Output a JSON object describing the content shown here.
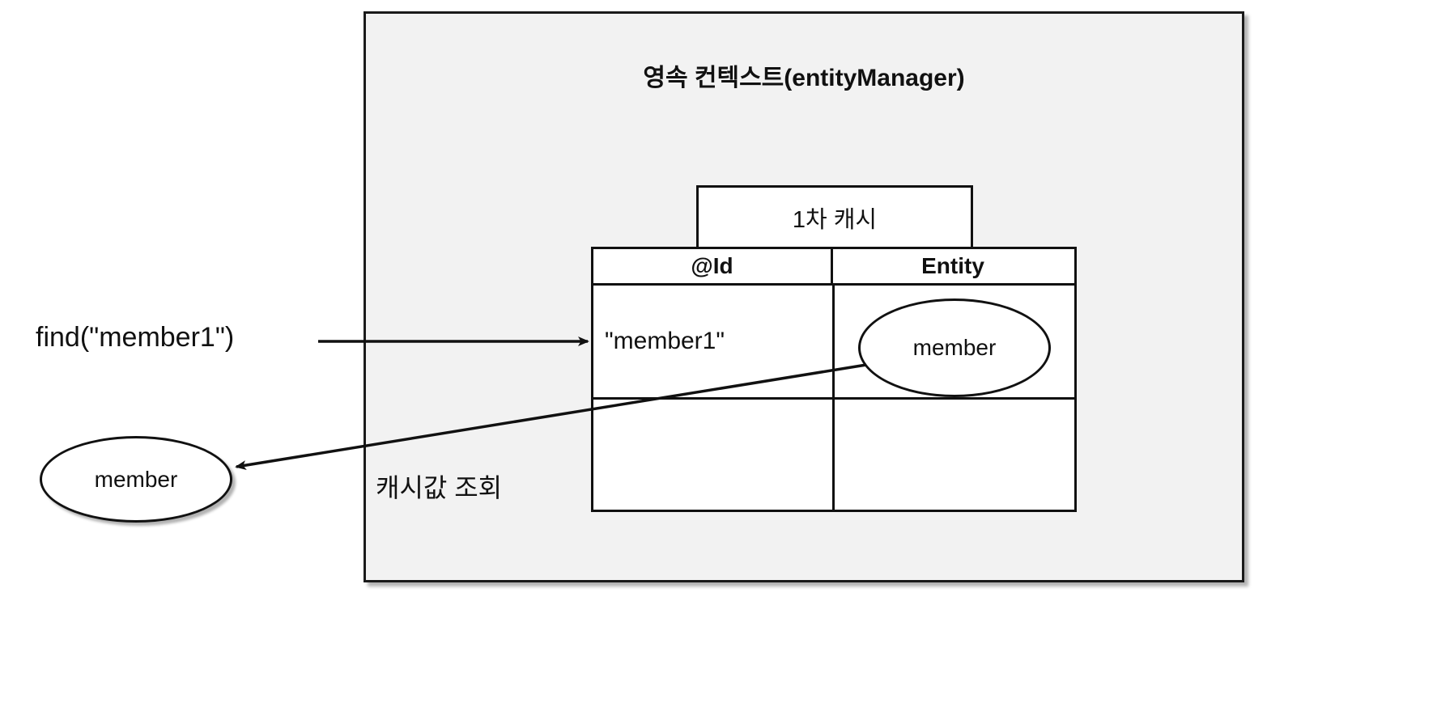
{
  "diagram": {
    "title": "영속 컨텍스트(entityManager)",
    "cache": {
      "caption": "1차 캐시",
      "columns": [
        "@Id",
        "Entity"
      ],
      "rows": [
        {
          "id": "\"member1\"",
          "entity": "member"
        },
        {
          "id": "",
          "entity": ""
        }
      ]
    },
    "labels": {
      "find_call": "find(\"member1\")",
      "cache_lookup": "캐시값 조회"
    },
    "returned_entity": "member",
    "colors": {
      "context_background": "#f2f2f2",
      "stroke": "#111111",
      "table_background": "#ffffff",
      "page_background": "#ffffff"
    }
  }
}
